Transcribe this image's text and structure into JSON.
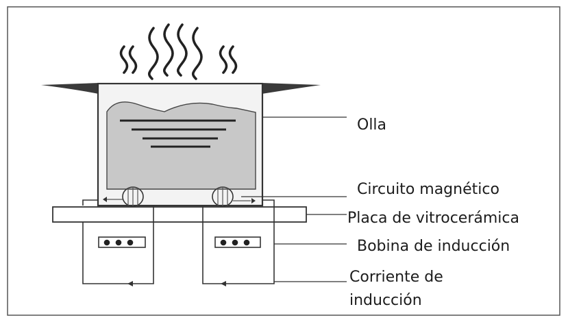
{
  "labels": {
    "olla": "Olla",
    "circuito": "Circuito magnético",
    "placa": "Placa de vitrocerámica",
    "bobina": "Bobina de inducción",
    "corriente_line1": "Corriente de",
    "corriente_line2": "inducción"
  },
  "colors": {
    "liquid": "#c8c8c8",
    "pan_body": "#f3f3f3",
    "handle": "#3a3a3a",
    "line": "#333333"
  }
}
